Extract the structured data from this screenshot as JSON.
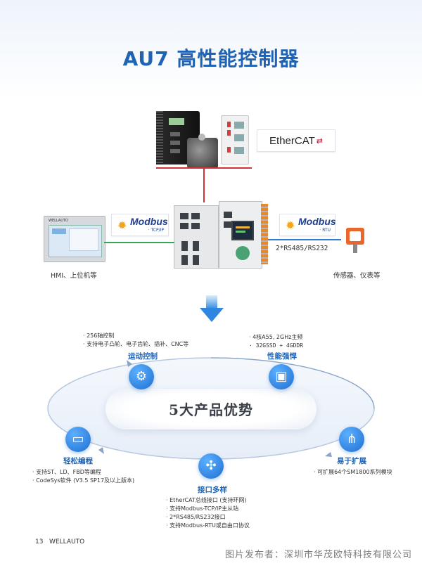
{
  "title": "AU7 高性能控制器",
  "ethercat": {
    "text": "EtherCAT"
  },
  "modbus_left": {
    "brand": "Modbus",
    "sub": "· TCP/IP"
  },
  "modbus_right": {
    "brand": "Modbus",
    "sub": "· RTU"
  },
  "hmi_brand": "WELLAUTO",
  "rs_label": "2*RS485/RS232",
  "hmi_caption": "HMI、上位机等",
  "sensor_caption": "传感器、仪表等",
  "center_title": "5大产品优势",
  "features": {
    "motion": {
      "title": "运动控制",
      "bullets": [
        "· 256轴控制",
        "· 支持电子凸轮、电子齿轮、插补、CNC等"
      ]
    },
    "performance": {
      "title": "性能强悍",
      "bullets": [
        "· 4核A55, 2GHz主频",
        "· 32GSSD + 4GDDR"
      ]
    },
    "programming": {
      "title": "轻松编程",
      "bullets": [
        "· 支持ST、LD、FBD等编程",
        "· CodeSys软件 (V3.5 SP17及以上版本)"
      ]
    },
    "expansion": {
      "title": "易于扩展",
      "bullets": [
        "· 可扩展64个SM1800系列模块"
      ]
    },
    "interfaces": {
      "title": "接口多样",
      "bullets": [
        "· EtherCAT总线接口 (支持环网)",
        "· 支持Modbus-TCP/IP主从站",
        "· 2*RS485/RS232接口",
        "· 支持Modbus-RTU或自由口协议"
      ]
    }
  },
  "footer": {
    "page": "13",
    "brand": "WELLAUTO",
    "publisher": "图片发布者：深圳市华茂欧特科技有限公司"
  },
  "colors": {
    "accent": "#1f63b5",
    "node": "#1e6fd0",
    "ethercat_line": "#d4323a",
    "tcp_line": "#3aa655",
    "rtu_line": "#2f7dd6"
  }
}
